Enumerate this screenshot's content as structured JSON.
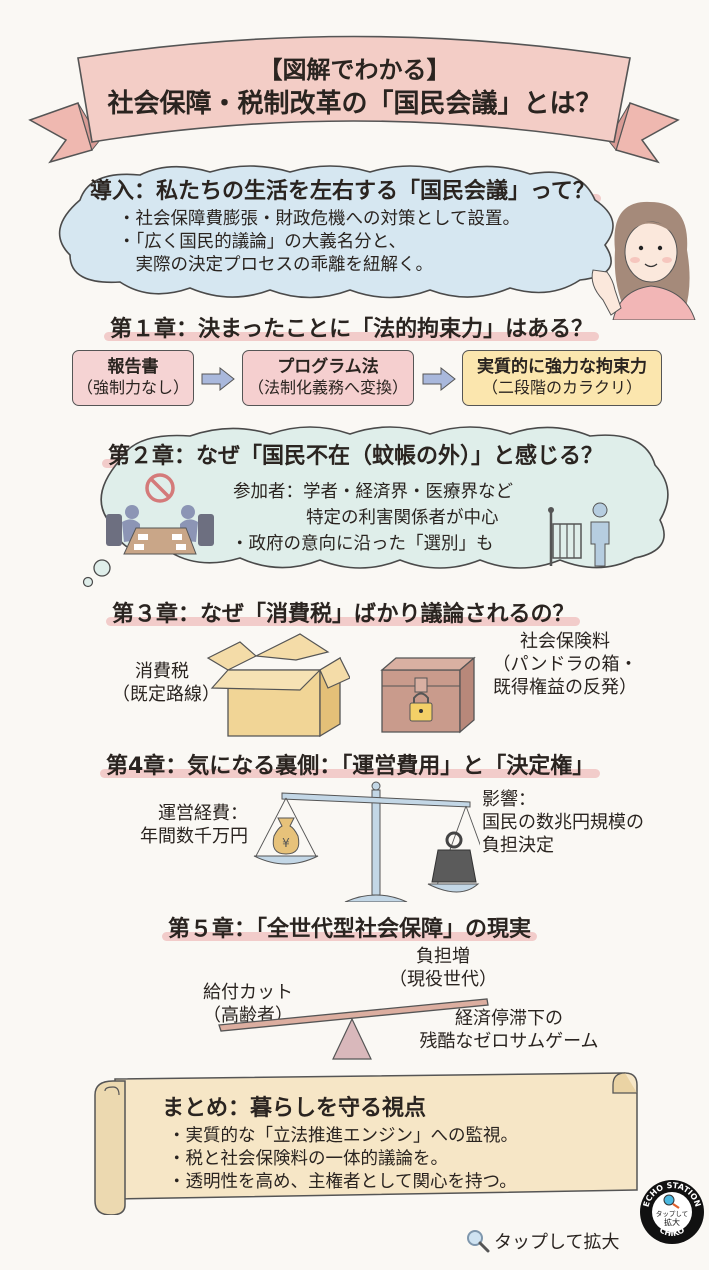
{
  "banner": {
    "line1": "【図解でわかる】",
    "line2": "社会保障・税制改革の「国民会議」とは？",
    "color": "#f2c6bf"
  },
  "intro": {
    "heading": "導入：私たちの生活を左右する「国民会議」って？",
    "bullets": [
      "・社会保障費膨張・財政危機への対策として設置。",
      "・「広く国民的議論」の大義名分と、",
      "　実際の決定プロセスの乖離を紐解く。"
    ],
    "cloud_color": "#d8e8f2",
    "illustration": "woman-waving-icon"
  },
  "chapter1": {
    "heading": "第１章：決まったことに「法的拘束力」はある？",
    "steps": [
      {
        "title": "報告書",
        "sub": "（強制力なし）",
        "color": "#f5d3d3"
      },
      {
        "title": "プログラム法",
        "sub": "（法制化義務へ変換）",
        "color": "#f5cfcf"
      },
      {
        "title": "実質的に強力な拘束力",
        "sub": "（二段階のカラクリ）",
        "color": "#fbe6ae"
      }
    ],
    "arrow_color": "#a9b8dc"
  },
  "chapter2": {
    "heading": "第２章：なぜ「国民不在（蚊帳の外）」と感じる？",
    "line1": "参加者：学者・経済界・医療界など",
    "line2": "特定の利害関係者が中心",
    "line3": "・政府の意向に沿った「選別」も",
    "cloud_color": "#e0efec",
    "icons": [
      "no-entry-meeting-icon",
      "gate-person-icon"
    ]
  },
  "chapter3": {
    "heading": "第３章：なぜ「消費税」ばかり議論されるの？",
    "left_label": [
      "消費税",
      "（既定路線）"
    ],
    "right_label": [
      "社会保険料",
      "（パンドラの箱・",
      "既得権益の反発）"
    ],
    "icons": [
      "open-box-icon",
      "locked-chest-icon"
    ]
  },
  "chapter4": {
    "heading": "第4章：気になる裏側：「運営費用」と「決定権」",
    "left_label": [
      "運営経費：",
      "年間数千万円"
    ],
    "right_label": [
      "影響：",
      "国民の数兆円規模の",
      "負担決定"
    ],
    "icons": [
      "balance-scale-icon",
      "money-bag-yen-icon",
      "weight-icon"
    ],
    "money_symbol": "¥"
  },
  "chapter5": {
    "heading": "第５章：「全世代型社会保障」の現実",
    "left_label": [
      "給付カット",
      "（高齢者）"
    ],
    "top_label": [
      "負担増",
      "（現役世代）"
    ],
    "right_label": [
      "経済停滞下の",
      "残酷なゼロサムゲーム"
    ],
    "icons": [
      "seesaw-icon"
    ]
  },
  "summary": {
    "heading": "まとめ：暮らしを守る視点",
    "bullets": [
      "・実質的な「立法推進エンジン」への監視。",
      "・税と社会保険料の一体的議論を。",
      "・透明性を高め、主権者として関心を持つ。"
    ],
    "scroll_color": "#f6e6c6"
  },
  "footer": {
    "tap_label": "タップして拡大",
    "badge": {
      "top": "ECHO STATION",
      "middle1": "タップして",
      "middle2": "拡大",
      "bottom": "CHIKO"
    }
  }
}
